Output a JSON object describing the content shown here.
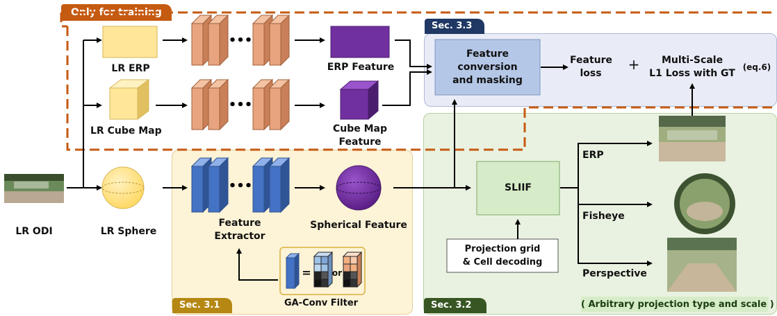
{
  "training_tag": "Only for training",
  "sec33": "Sec. 3.3",
  "sec31": "Sec. 3.1",
  "sec32": "Sec. 3.2",
  "lr_erp": "LR ERP",
  "lr_cube_map": "LR Cube Map",
  "erp_feature": "ERP Feature",
  "cube_map_feature": "Cube Map\nFeature",
  "lr_odi": "LR ODI",
  "lr_sphere": "LR Sphere",
  "feature_extractor": "Feature\nExtractor",
  "spherical_feature": "Spherical Feature",
  "feature_conversion": "Feature\nconversion\nand masking",
  "feature_loss": "Feature\nloss",
  "plus": "+",
  "multiscale_loss": "Multi-Scale\nL1 Loss with GT",
  "eq6": "(eq.6)",
  "sliif": "SLIIF",
  "projection_grid": "Projection grid\n& Cell decoding",
  "erp_out": "ERP",
  "fisheye_out": "Fisheye",
  "perspective_out": "Perspective",
  "gaconv": "GA-Conv Filter",
  "equals": "=",
  "or": "or",
  "arbitrary": "( Arbitrary projection type and scale )",
  "colors": {
    "orange": "#c55a11",
    "panel33": "#e9ecf7",
    "panel31": "#fdf3d7",
    "panel32": "#e9f2e1",
    "tag31": "#b58713",
    "tag32": "#375623",
    "tag33": "#1f3864",
    "block": "#e8a47e",
    "blue_block": "#4472c4",
    "purple": "#7030a0",
    "yellow": "#ffe699",
    "green_box": "#d6ecc8",
    "blue_box": "#b4c7e7"
  }
}
